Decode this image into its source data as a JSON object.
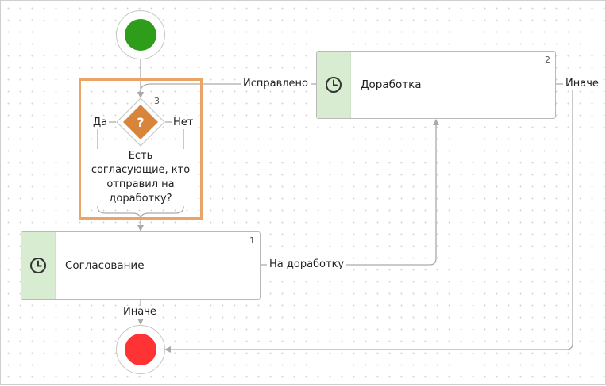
{
  "diagram": {
    "start_event": {
      "color": "#2e9e1a"
    },
    "end_event": {
      "color": "#ff3333"
    },
    "tasks": [
      {
        "id": "rework",
        "title": "Доработка",
        "number": "2",
        "icon": "clock-icon"
      },
      {
        "id": "approval",
        "title": "Согласование",
        "number": "1",
        "icon": "clock-icon"
      }
    ],
    "gateway": {
      "number": "3",
      "symbol": "?",
      "question": "Есть согласующие, кто отправил на доработку?",
      "color": "#d8843a",
      "yes_label": "Да",
      "no_label": "Нет"
    },
    "edge_labels": {
      "fixed": "Исправлено",
      "else_right": "Иначе",
      "to_rework": "На доработку",
      "else_bottom": "Иначе"
    },
    "selection_color": "#eaa466",
    "stripe_color": "#d8ecd2"
  }
}
